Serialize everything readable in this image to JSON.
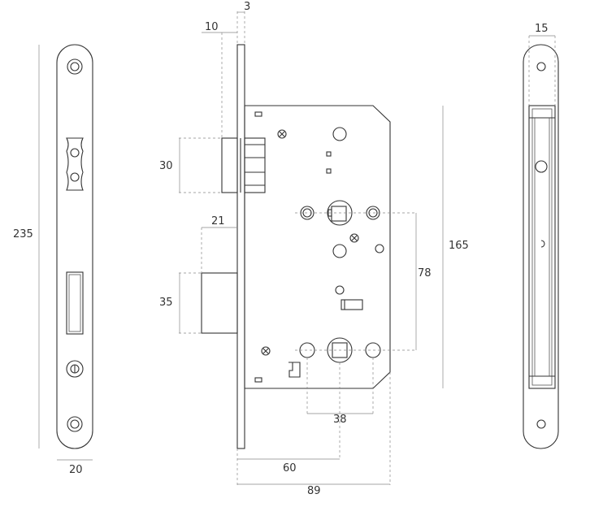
{
  "dimensions": {
    "front_height": "235",
    "front_width": "20",
    "face_thickness": "3",
    "latch_projection": "10",
    "latch_height": "30",
    "deadbolt_projection": "21",
    "deadbolt_height": "35",
    "body_height": "165",
    "centre_distance": "78",
    "lower_spacing": "38",
    "backset": "60",
    "body_depth": "89",
    "side_width": "15"
  },
  "colors": {
    "line": "#333333",
    "dimension_line": "#888888",
    "background": "#ffffff"
  }
}
